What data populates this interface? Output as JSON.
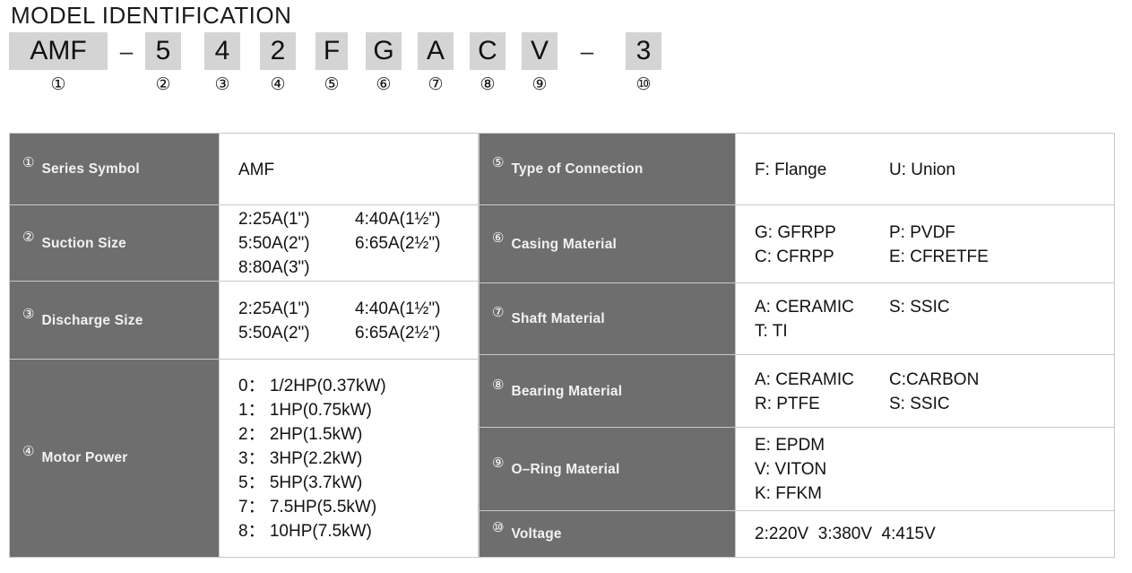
{
  "title": "MODEL IDENTIFICATION",
  "model_code": {
    "cells": [
      {
        "text": "AMF",
        "boxed": true,
        "mark": "①"
      },
      {
        "text": "–",
        "boxed": false,
        "mark": ""
      },
      {
        "text": "5",
        "boxed": true,
        "mark": "②"
      },
      {
        "text": "4",
        "boxed": true,
        "mark": "③"
      },
      {
        "text": "2",
        "boxed": true,
        "mark": "④"
      },
      {
        "text": "F",
        "boxed": true,
        "mark": "⑤"
      },
      {
        "text": "G",
        "boxed": true,
        "mark": "⑥"
      },
      {
        "text": "A",
        "boxed": true,
        "mark": "⑦"
      },
      {
        "text": "C",
        "boxed": true,
        "mark": "⑧"
      },
      {
        "text": "V",
        "boxed": true,
        "mark": "⑨"
      },
      {
        "text": "–",
        "boxed": false,
        "mark": ""
      },
      {
        "text": "3",
        "boxed": true,
        "mark": "⑩"
      }
    ]
  },
  "left_table": {
    "rows": [
      {
        "num": "①",
        "label": "Series Symbol",
        "lines": [
          {
            "col1": "AMF",
            "col2": ""
          }
        ]
      },
      {
        "num": "②",
        "label": "Suction Size",
        "lines": [
          {
            "col1": "2:25A(1\")",
            "col2": "4:40A(1½\")"
          },
          {
            "col1": "5:50A(2\")",
            "col2": "6:65A(2½\")"
          },
          {
            "col1": "8:80A(3\")",
            "col2": ""
          }
        ]
      },
      {
        "num": "③",
        "label": "Discharge Size",
        "lines": [
          {
            "col1": "2:25A(1\")",
            "col2": "4:40A(1½\")"
          },
          {
            "col1": "5:50A(2\")",
            "col2": "6:65A(2½\")"
          }
        ]
      },
      {
        "num": "④",
        "label": "Motor Power",
        "lines": [
          {
            "col1": "0： 1/2HP(0.37kW)",
            "col2": ""
          },
          {
            "col1": "1： 1HP(0.75kW)",
            "col2": ""
          },
          {
            "col1": "2： 2HP(1.5kW)",
            "col2": ""
          },
          {
            "col1": "3： 3HP(2.2kW)",
            "col2": ""
          },
          {
            "col1": "5： 5HP(3.7kW)",
            "col2": ""
          },
          {
            "col1": "7： 7.5HP(5.5kW)",
            "col2": ""
          },
          {
            "col1": "8： 10HP(7.5kW)",
            "col2": ""
          }
        ]
      }
    ]
  },
  "right_table": {
    "rows": [
      {
        "num": "⑤",
        "label": "Type of Connection",
        "lines": [
          {
            "col1": "F: Flange",
            "col2": "U: Union"
          }
        ]
      },
      {
        "num": "⑥",
        "label": "Casing Material",
        "lines": [
          {
            "col1": "G: GFRPP",
            "col2": "P: PVDF"
          },
          {
            "col1": "C: CFRPP",
            "col2": "E: CFRETFE"
          }
        ]
      },
      {
        "num": "⑦",
        "label": "Shaft Material",
        "lines": [
          {
            "col1": "A: CERAMIC",
            "col2": "S: SSIC"
          },
          {
            "col1": "T: TI",
            "col2": ""
          }
        ]
      },
      {
        "num": "⑧",
        "label": "Bearing Material",
        "lines": [
          {
            "col1": "A: CERAMIC",
            "col2": "C:CARBON"
          },
          {
            "col1": "R: PTFE",
            "col2": "S: SSIC"
          }
        ]
      },
      {
        "num": "⑨",
        "label": "O–Ring Material",
        "lines": [
          {
            "col1": "E: EPDM",
            "col2": ""
          },
          {
            "col1": "V: VITON",
            "col2": ""
          },
          {
            "col1": "K: FFKM",
            "col2": ""
          }
        ]
      },
      {
        "num": "⑩",
        "label": "Voltage",
        "lines": [
          {
            "col1": "2:220V  3:380V  4:415V",
            "col2": ""
          }
        ]
      }
    ]
  },
  "colors": {
    "label_bg": "#6e6e6e",
    "code_box_bg": "#d4d4d4",
    "border": "#c9c9c9",
    "text": "#111111",
    "label_text": "#f2f2f2"
  }
}
